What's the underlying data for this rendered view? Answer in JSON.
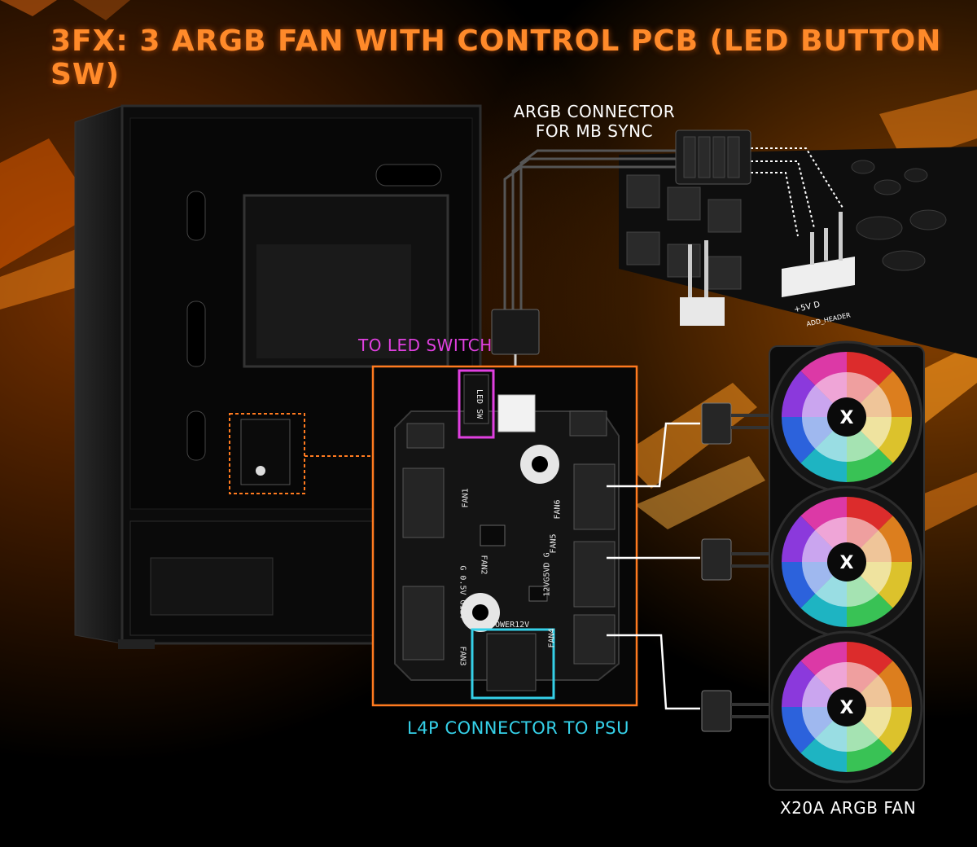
{
  "title": "3FX: 3 ARGB FAN WITH CONTROL PCB (LED BUTTON SW)",
  "callouts": {
    "argb_connector": [
      "ARGB CONNECTOR",
      "FOR MB SYNC"
    ],
    "led_switch": "TO LED SWITCH",
    "psu_connector": "L4P CONNECTOR TO PSU",
    "fans": "X20A ARGB FAN"
  },
  "pcb_markings": {
    "led_sw": "LED SW",
    "fan1": "FAN1",
    "fan2": "FAN2",
    "fan3": "FAN3",
    "fan4": "FAN4",
    "fan5": "FAN5",
    "fan6": "FAN6",
    "power": "POWER12V",
    "fan2_pins": "G 0.5V G12V",
    "fan5_pins": "12VG5VD G"
  },
  "motherboard_markings": {
    "pins": "+5V  D",
    "header": "ADD_HEADER"
  },
  "fan_logo": "X",
  "colors": {
    "title": "#ff8a2a",
    "accent_orange": "#ff7a18",
    "led_switch_box": "#e040e0",
    "psu_box": "#35d0e8",
    "pcb_frame": "#ff7a1f"
  }
}
